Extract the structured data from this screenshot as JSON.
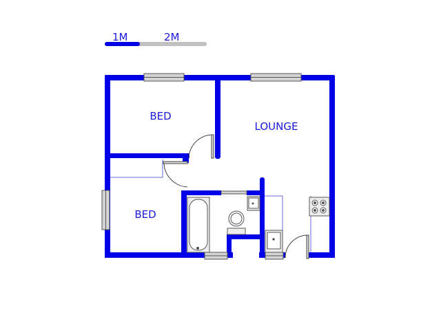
{
  "scale_bar": {
    "labels": [
      "1M",
      "2M"
    ],
    "fill_fraction": 0.33
  },
  "rooms": [
    {
      "label": "BED"
    },
    {
      "label": "LOUNGE"
    },
    {
      "label": "BED"
    }
  ],
  "colors": {
    "wall": "#0000e6",
    "window": "#c8c8c8",
    "fixture_outline": "#555555",
    "label": "#1a1adc",
    "scale_empty": "#c0c0c0"
  }
}
